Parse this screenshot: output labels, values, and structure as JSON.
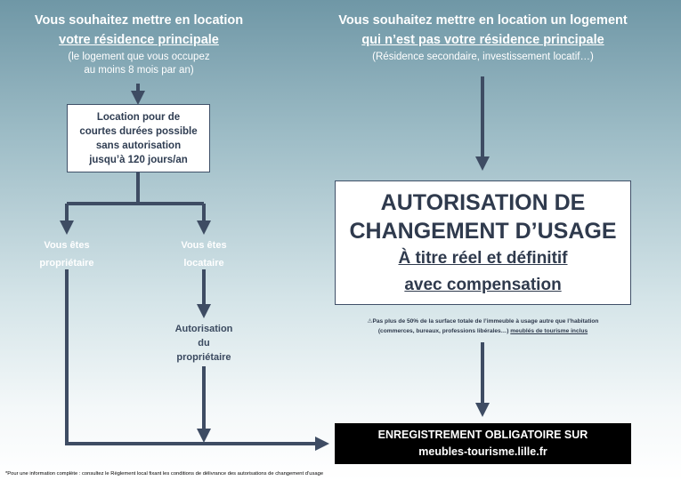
{
  "left": {
    "header_line1": "Vous souhaitez mettre en location",
    "header_line2": "votre résidence principale",
    "sub_line1": "(le logement que vous occupez",
    "sub_line2": "au moins 8 mois par an)",
    "box_lines": [
      "Location pour de",
      "courtes durées possible",
      "sans autorisation",
      "jusqu’à  120 jours/an"
    ],
    "owner_line1": "Vous êtes",
    "owner_line2": "propriétaire",
    "tenant_line1": "Vous êtes",
    "tenant_line2": "locataire",
    "auth_lines": [
      "Autorisation",
      "du",
      "propriétaire"
    ]
  },
  "right": {
    "header_line1": "Vous souhaitez mettre en location un logement",
    "header_line2": "qui n’est pas votre résidence principale",
    "sub": "(Résidence secondaire, investissement locatif…)",
    "box_title_line1": "AUTORISATION DE",
    "box_title_line2": "CHANGEMENT D’USAGE",
    "box_sub_line1": "À titre réel et définitif",
    "box_sub_line2": "avec compensation",
    "warning_icon": "warning-icon",
    "note_line1": "Pas plus de 50% de la surface totale de l’immeuble à usage autre que l’habitation",
    "note_line2": "(commerces, bureaux, professions libérales…)",
    "note_link": "meublés de tourisme inclus"
  },
  "registration": {
    "line1": "ENREGISTREMENT OBLIGATOIRE SUR",
    "line2": "meubles-tourisme.lille.fr"
  },
  "footnote": "*Pour une information complète : consultez le Règlement local fixant les conditions de délivrance des autorisations de changement d’usage",
  "colors": {
    "arrow": "#3e4c63",
    "box_border": "#3f5068",
    "black_box": "#000000"
  }
}
